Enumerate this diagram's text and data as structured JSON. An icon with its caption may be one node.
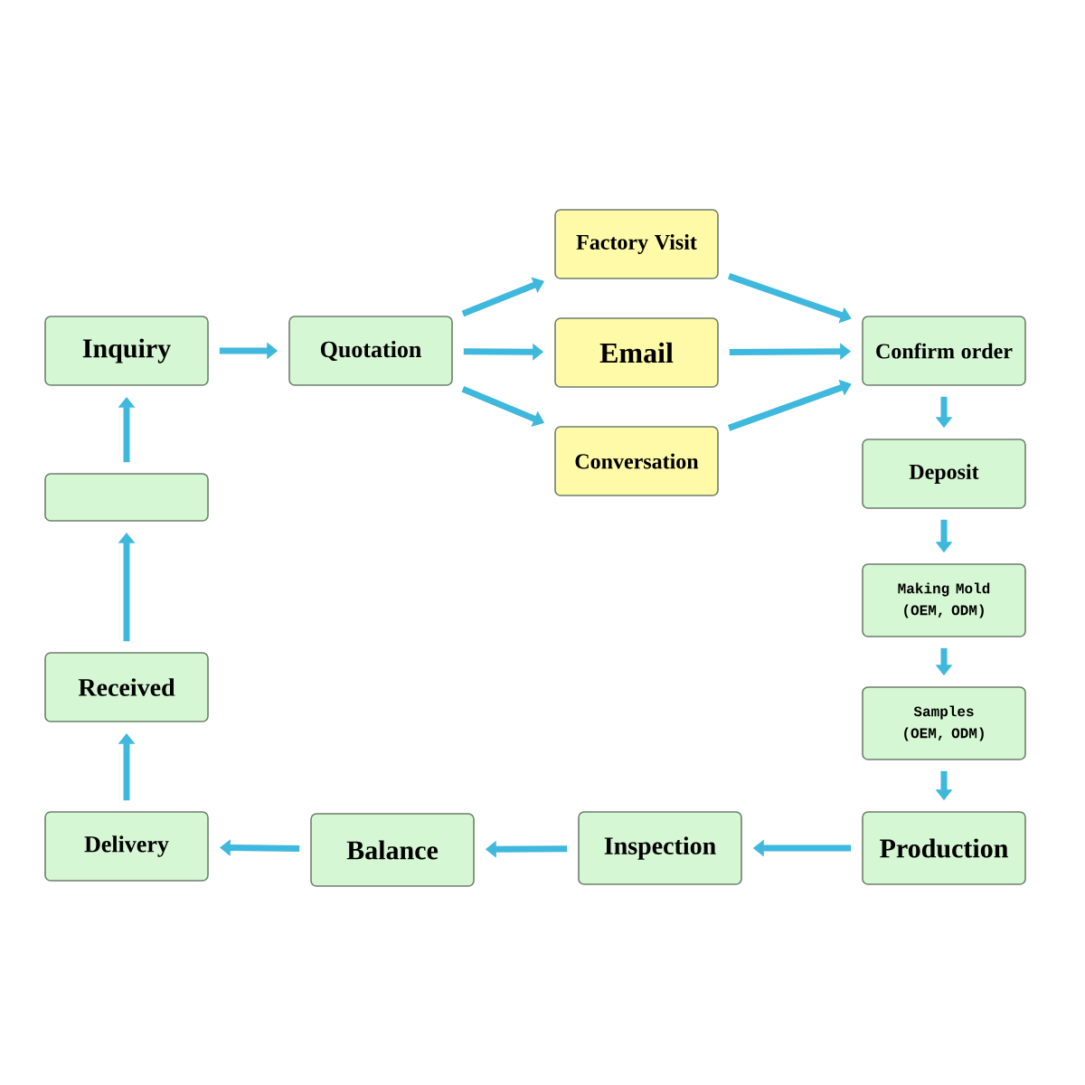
{
  "diagram": {
    "nodes": [
      {
        "text": [
          "Inquiry"
        ]
      },
      {
        "text": [
          "Quotation"
        ]
      },
      {
        "text": [
          "Factory Visit"
        ]
      },
      {
        "text": [
          "Email"
        ]
      },
      {
        "text": [
          "Conversation"
        ]
      },
      {
        "text": [
          "Confirm order"
        ]
      },
      {
        "text": [
          "Deposit"
        ]
      },
      {
        "text": [
          "Making Mold (OEM, ODM)"
        ]
      },
      {
        "text": [
          "Samples (OEM, ODM)"
        ]
      },
      {
        "text": [
          "Production"
        ]
      },
      {
        "text": [
          "Inspection"
        ]
      },
      {
        "text": [
          "Balance"
        ]
      },
      {
        "text": [
          "Delivery"
        ]
      },
      {
        "text": [
          "Received"
        ]
      },
      {
        "text": [],
        "shape": "box"
      }
    ],
    "edges": [
      {
        "from": 0,
        "to": 1,
        "arrow": "to"
      },
      {
        "from": 1,
        "to": 2,
        "arrow": "to"
      },
      {
        "from": 1,
        "to": 3,
        "arrow": "to"
      },
      {
        "from": 1,
        "to": 4,
        "arrow": "to"
      },
      {
        "from": 2,
        "to": 5,
        "arrow": "to"
      },
      {
        "from": 3,
        "to": 5,
        "arrow": "to"
      },
      {
        "from": 4,
        "to": 5,
        "arrow": "to"
      },
      {
        "from": 5,
        "to": 6,
        "arrow": "to"
      },
      {
        "from": 6,
        "to": 7,
        "arrow": "to"
      },
      {
        "from": 7,
        "to": 8,
        "arrow": "to"
      },
      {
        "from": 8,
        "to": 9,
        "arrow": "to"
      },
      {
        "from": 9,
        "to": 10,
        "arrow": "to"
      },
      {
        "from": 10,
        "to": 11,
        "arrow": "to"
      },
      {
        "from": 11,
        "to": 12,
        "arrow": "to"
      },
      {
        "from": 12,
        "to": 13,
        "arrow": "to"
      },
      {
        "from": 13,
        "to": 14,
        "arrow": "to"
      },
      {
        "from": 14,
        "to": 0,
        "arrow": "to"
      }
    ]
  }
}
